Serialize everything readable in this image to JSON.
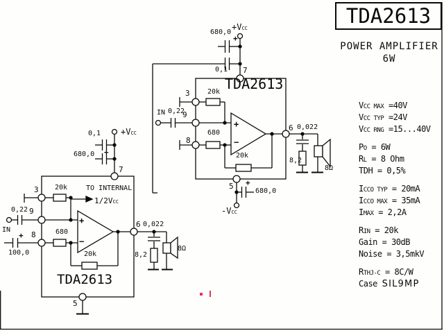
{
  "title_block": {
    "part": "TDA2613",
    "subtitle1": "POWER AMPLIFIER",
    "subtitle2": "6W"
  },
  "specs": [
    {
      "segs": [
        {
          "t": "V"
        },
        {
          "t": "CC",
          "st": "sub"
        },
        {
          "t": " MAX",
          "st": "sm"
        },
        {
          "t": " =40V"
        }
      ]
    },
    {
      "segs": [
        {
          "t": "V"
        },
        {
          "t": "CC",
          "st": "sub"
        },
        {
          "t": " TYP",
          "st": "sm"
        },
        {
          "t": " =24V"
        }
      ]
    },
    {
      "segs": [
        {
          "t": "V"
        },
        {
          "t": "CC",
          "st": "sub"
        },
        {
          "t": " RNG",
          "st": "sm"
        },
        {
          "t": " =15...40V"
        }
      ]
    },
    {
      "gap": true,
      "segs": [
        {
          "t": "P"
        },
        {
          "t": "O",
          "st": "sub"
        },
        {
          "t": " = 6W"
        }
      ]
    },
    {
      "segs": [
        {
          "t": "R"
        },
        {
          "t": "L",
          "st": "sub"
        },
        {
          "t": " = 8 Ohm"
        }
      ]
    },
    {
      "segs": [
        {
          "t": "TDH = 0,5%"
        }
      ]
    },
    {
      "gap": true,
      "segs": [
        {
          "t": "I"
        },
        {
          "t": "CCO",
          "st": "sub"
        },
        {
          "t": " TYP",
          "st": "sm"
        },
        {
          "t": " = 20mA"
        }
      ]
    },
    {
      "segs": [
        {
          "t": "I"
        },
        {
          "t": "CCO",
          "st": "sub"
        },
        {
          "t": " MAX",
          "st": "sm"
        },
        {
          "t": " = 35mA"
        }
      ]
    },
    {
      "segs": [
        {
          "t": "I"
        },
        {
          "t": "MAX",
          "st": "sub"
        },
        {
          "t": " =  2,2A"
        }
      ]
    },
    {
      "gap": true,
      "segs": [
        {
          "t": "R"
        },
        {
          "t": "IN",
          "st": "sub"
        },
        {
          "t": "  = 20k"
        }
      ]
    },
    {
      "segs": [
        {
          "t": "Gain = 30dB"
        }
      ]
    },
    {
      "segs": [
        {
          "t": "Noise = 3,5mkV"
        }
      ]
    },
    {
      "gap": true,
      "segs": [
        {
          "t": "R"
        },
        {
          "t": "THJ-C",
          "st": "sub"
        },
        {
          "t": " = 8C/W"
        }
      ]
    },
    {
      "segs": [
        {
          "t": "Case "
        },
        {
          "t": "SIL9MP",
          "st": "wide"
        }
      ]
    }
  ],
  "upper_amp": {
    "chip": "TDA2613",
    "pin3": "3",
    "pin9": "9",
    "pin8": "8",
    "pin7": "7",
    "pin6": "6",
    "pin5": "5",
    "vcc_main": "+V",
    "vcc_sub": "CC",
    "nvcc_main": "-V",
    "nvcc_sub": "CC",
    "cap_supply": "680,0",
    "cap_bypass": "0,1",
    "cap_in": "0,22",
    "in_label": "IN",
    "r_top": "20k",
    "r_inv": "680",
    "r_fb": "20k",
    "cap_pin5": "680,0",
    "cap_zobel": "0,022",
    "r_zobel": "8,2",
    "speaker_load": "8Ω",
    "opamp_plus": "+",
    "opamp_minus": "−",
    "cap_plus_supply": "+",
    "cap_plus_pin5": "+"
  },
  "lower_amp": {
    "chip": "TDA2613",
    "pin3": "3",
    "pin9": "9",
    "pin8": "8",
    "pin7": "7",
    "pin6": "6",
    "pin5": "5",
    "vcc_main": "+V",
    "vcc_sub": "CC",
    "cap_bypass": "0,1",
    "cap_supply": "680,0",
    "cap_in": "0,22",
    "cap_in2": "100,0",
    "in_label": "IN",
    "r_top": "20k",
    "r_inv": "680",
    "r_fb": "20k",
    "internal_line1": "TO INTERNAL",
    "internal_main": "1/2V",
    "internal_sub": "CC",
    "cap_zobel": "0,022",
    "r_zobel": "8,2",
    "speaker_load": "8Ω",
    "opamp_plus": "+",
    "opamp_minus": "−",
    "cap_plus_supply": "+",
    "cap_plus_in": "+"
  }
}
